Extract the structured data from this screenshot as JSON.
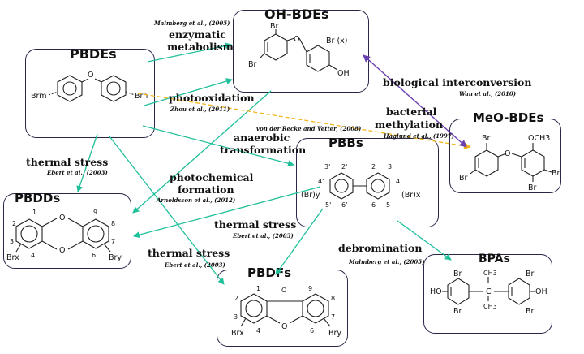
{
  "nodes": {
    "oh_bdes": "OH-BDEs",
    "pbdes": "PBDEs",
    "meo_bdes": "MeO-BDEs",
    "pbbs": "PBBs",
    "pbdds": "PBDDs",
    "pbdfs": "PBDFs",
    "bpas": "BPAs"
  },
  "labels": {
    "enzymatic": "enzymatic",
    "metabolism": "metabolism",
    "photooxidation": "photooxidation",
    "biological": "biological interconversion",
    "bacterial": "bacterial",
    "methylation": "methylation",
    "anaerobic": "anaerobic",
    "transformation": "transformation",
    "thermal_stress_1": "thermal stress",
    "photochemical": "photochemical",
    "formation": "formation",
    "thermal_stress_2": "thermal stress",
    "thermal_stress_3": "thermal stress",
    "debromination": "debromination"
  },
  "citations": {
    "malmberg_2005a": "Malmberg et al., (2005)",
    "zhou_2011": "Zhou et al., (2011)",
    "wan_2010": "Wan et al., (2010)",
    "vonderrecke_2008": "von der Recke and Vetter, (2008)",
    "haglund_1997": "Haglund et al., (1997)",
    "ebert_2003a": "Ebert et al., (2003)",
    "arnoldsson_2012": "Arnoldsson et al., (2012)",
    "ebert_2003b": "Ebert et al., (2003)",
    "ebert_2003c": "Ebert et al., (2003)",
    "malmberg_2005b": "Malmberg et al., (2005)"
  },
  "atoms": {
    "br": "Br",
    "br_x": "Br (x)",
    "oh": "OH",
    "o": "O",
    "och3": "OCH3",
    "brm": "Brm",
    "brn": "Brn",
    "brx": "Brx",
    "bry": "Bry",
    "brx_paren": "(Br)x",
    "bry_paren": "(Br)y",
    "ho": "HO",
    "ch3": "CH3",
    "pbdd_positions": [
      "1",
      "2",
      "3",
      "4",
      "6",
      "7",
      "8",
      "9"
    ],
    "pbdf_positions": [
      "1",
      "2",
      "3",
      "4",
      "6",
      "7",
      "8",
      "9"
    ],
    "pbb_positions": [
      "2'",
      "3'",
      "4'",
      "5'",
      "6'",
      "2",
      "3",
      "4",
      "5",
      "6"
    ]
  },
  "colors": {
    "teal_arrow": "#1fbf9a",
    "orange_arrow": "#f2b61a",
    "purple_arrow": "#6a3fb0",
    "box_border": "#2b2648"
  }
}
